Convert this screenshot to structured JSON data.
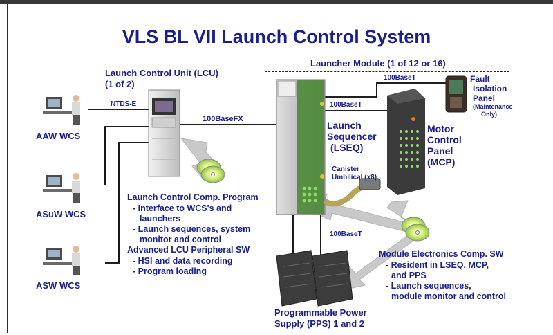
{
  "title": "VLS BL VII Launch Control System",
  "lcu": {
    "label": "Launch Control Unit (LCU)",
    "count": "(1 of 2)"
  },
  "launcher_module": "Launcher Module (1 of 12 or 16)",
  "stations": {
    "aaw": "AAW WCS",
    "asuw": "ASuW WCS",
    "asw": "ASW WCS"
  },
  "links": {
    "ntds": "NTDS-E",
    "fiber": "100BaseFX",
    "base_t_top": "100BaseT",
    "base_t_mid": "100BaseT",
    "base_t_pps": "100BaseT",
    "canister": "Canister",
    "umbilical": "Umbilical (x8)"
  },
  "fault_panel": {
    "l1": "Fault",
    "l2": "Isolation",
    "l3": "Panel",
    "l4": "(Maintenance",
    "l5": "Only)"
  },
  "lseq": {
    "l1": "Launch",
    "l2": "Sequencer",
    "l3": "(LSEQ)"
  },
  "mcp": {
    "l1": "Motor",
    "l2": "Control",
    "l3": "Panel",
    "l4": "(MCP)"
  },
  "lcu_software": {
    "heading1": "Launch Control Comp. Program",
    "b1": "- Interface to WCS's and",
    "b1b": "launchers",
    "b2": "- Launch sequences, system",
    "b2b": "monitor and control",
    "heading2": "Advanced LCU Peripheral SW",
    "b3": "- HSI and data recording",
    "b4": "- Program loading"
  },
  "module_software": {
    "heading": "Module Electronics Comp. SW",
    "b1": "- Resident in LSEQ, MCP,",
    "b1b": "and PPS",
    "b2": "- Launch sequences,",
    "b2b": "module monitor and control"
  },
  "pps": {
    "l1": "Programmable Power",
    "l2": "Supply (PPS) 1 and 2"
  },
  "colors": {
    "title": "#1a1f8c",
    "arrow": "#c9c9c9",
    "lseq_panel": "#4e8b3a",
    "mcp_body": "#3b3b3b"
  }
}
